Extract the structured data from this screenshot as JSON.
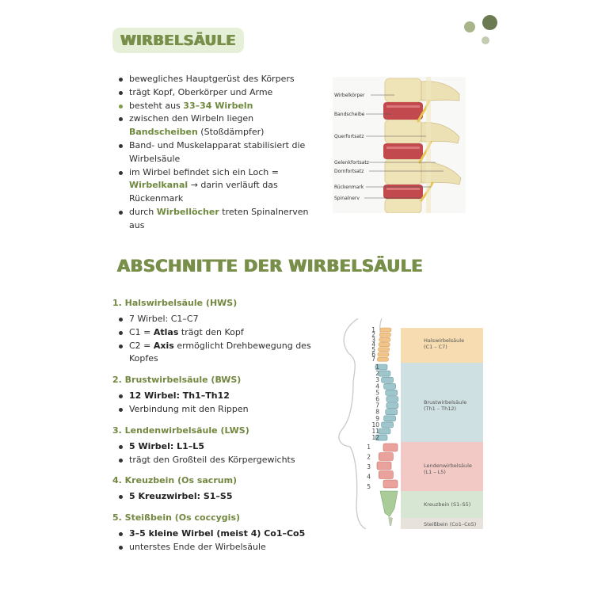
{
  "page": {
    "title": "WIRBELSÄULE",
    "section_heading": "ABSCHNITTE DER WIRBELSÄULE"
  },
  "facts": [
    {
      "text": "bewegliches Hauptgerüst des Körpers"
    },
    {
      "text": "trägt Kopf, Oberkörper und Arme"
    },
    {
      "pre": "besteht aus ",
      "hl": "33–34 Wirbeln"
    },
    {
      "pre": "zwischen den Wirbeln liegen ",
      "hl": "Bandscheiben",
      "post": " (Stoßdämpfer)"
    },
    {
      "text": "Band- und Muskelapparat stabilisiert die Wirbelsäule"
    },
    {
      "pre": "im Wirbel befindet sich ein Loch = ",
      "hl": "Wirbelkanal",
      "post": " → darin verläuft das Rückenmark"
    },
    {
      "pre": "durch ",
      "hl": "Wirbellöcher",
      "post": " treten Spinalnerven aus"
    }
  ],
  "figure1_labels": [
    "Wirbelkörper",
    "Bandscheibe",
    "Querfortsatz",
    "Gelenkfortsatz",
    "Dornfortsatz",
    "Rückenmark",
    "Spinalnerv"
  ],
  "sections": [
    {
      "title": "1. Halswirbelsäule (HWS)",
      "items": [
        {
          "text": "7 Wirbel: C1–C7"
        },
        {
          "pre": "C1 = ",
          "bold": "Atlas",
          "post": " trägt den Kopf"
        },
        {
          "pre": "C2 = ",
          "bold": "Axis",
          "post": " ermöglicht Drehbewegung des Kopfes"
        }
      ]
    },
    {
      "title": "2. Brustwirbelsäule (BWS)",
      "items": [
        {
          "bold": "12 Wirbel: Th1–Th12"
        },
        {
          "text": "Verbindung mit den Rippen"
        }
      ]
    },
    {
      "title": "3. Lendenwirbelsäule (LWS)",
      "items": [
        {
          "bold": "5 Wirbel: L1–L5"
        },
        {
          "text": "trägt den Großteil des Körpergewichts"
        }
      ]
    },
    {
      "title": "4. Kreuzbein (Os sacrum)",
      "items": [
        {
          "bold": "5 Kreuzwirbel: S1–S5"
        }
      ]
    },
    {
      "title": "5. Steißbein (Os coccygis)",
      "items": [
        {
          "bold": "3–5 kleine Wirbel (meist 4) Co1–Co5"
        },
        {
          "text": "unterstes Ende der Wirbelsäule"
        }
      ]
    }
  ],
  "figure2": {
    "cervical_numbers": [
      "1",
      "2",
      "3",
      "4",
      "5",
      "6",
      "7"
    ],
    "thoracic_numbers": [
      "1",
      "2",
      "3",
      "4",
      "5",
      "6",
      "7",
      "8",
      "9",
      "10",
      "11",
      "12"
    ],
    "lumbar_numbers": [
      "1",
      "2",
      "3",
      "4",
      "5"
    ],
    "zones": [
      {
        "name": "Halswirbelsäule",
        "range": "(C1 – C7)"
      },
      {
        "name": "Brustwirbelsäule",
        "range": "(Th1 – Th12)"
      },
      {
        "name": "Lendenwirbelsäule",
        "range": "(L1 – L5)"
      },
      {
        "name": "Kreuzbein (S1–S5)"
      },
      {
        "name": "Steißbein (Co1–Co5)"
      }
    ]
  },
  "colors": {
    "accent": "#788f49",
    "pill": "#e6efd7",
    "zone_cervical": "#f6dcb0",
    "zone_thoracic": "#cfe0e2",
    "zone_lumbar": "#f2c9c4",
    "zone_sacrum": "#d6e6d2",
    "zone_coccyx": "#e7e3dc"
  }
}
